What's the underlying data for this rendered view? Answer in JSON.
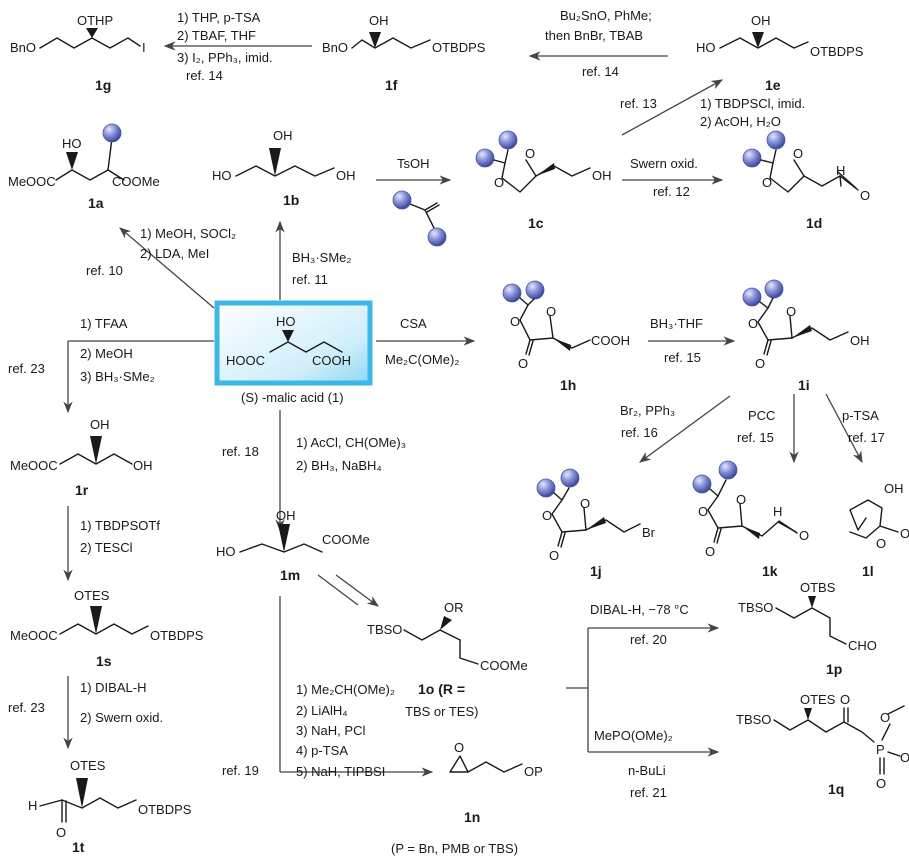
{
  "start": {
    "label": "(S) -malic acid (1)",
    "oh": "HO",
    "acid1": "HOOC",
    "acid2": "COOH",
    "box_color": "#3bb7e8"
  },
  "compounds": {
    "1a": {
      "label": "1a",
      "oh": "HO",
      "left": "MeOOC",
      "right": "COOMe"
    },
    "1b": {
      "label": "1b",
      "oh1": "OH",
      "ho": "HO",
      "oh2": "OH"
    },
    "1c": {
      "label": "1c",
      "o1": "O",
      "o2": "O",
      "oh": "OH"
    },
    "1d": {
      "label": "1d",
      "o1": "O",
      "o2": "O",
      "h": "H",
      "o3": "O"
    },
    "1e": {
      "label": "1e",
      "oh": "OH",
      "ho": "HO",
      "otbdps": "OTBDPS"
    },
    "1f": {
      "label": "1f",
      "oh": "OH",
      "bno": "BnO",
      "otbdps": "OTBDPS"
    },
    "1g": {
      "label": "1g",
      "othp": "OTHP",
      "bno": "BnO",
      "i": "I"
    },
    "1h": {
      "label": "1h",
      "o1": "O",
      "o2": "O",
      "o3": "O",
      "cooh": "COOH"
    },
    "1i": {
      "label": "1i",
      "o1": "O",
      "o2": "O",
      "o3": "O",
      "oh": "OH"
    },
    "1j": {
      "label": "1j",
      "o1": "O",
      "o2": "O",
      "o3": "O",
      "br": "Br"
    },
    "1k": {
      "label": "1k",
      "o1": "O",
      "o2": "O",
      "o3": "O",
      "h": "H",
      "o4": "O"
    },
    "1l": {
      "label": "1l",
      "oh": "OH",
      "o1": "O",
      "o2": "O"
    },
    "1m": {
      "label": "1m",
      "oh": "OH",
      "ho": "HO",
      "coome": "COOMe"
    },
    "1n": {
      "label": "1n",
      "o": "O",
      "op": "OP",
      "note": "(P = Bn, PMB or TBS)"
    },
    "1o": {
      "label": "1o (R =",
      "label2": "TBS or TES)",
      "tbso": "TBSO",
      "or": "OR",
      "coome": "COOMe"
    },
    "1p": {
      "label": "1p",
      "tbso": "TBSO",
      "otbs": "OTBS",
      "cho": "CHO"
    },
    "1q": {
      "label": "1q",
      "tbso": "TBSO",
      "otes": "OTES",
      "o": "O",
      "p": "P",
      "o2": "O",
      "o3": "O",
      "o4": "O"
    },
    "1r": {
      "label": "1r",
      "oh1": "OH",
      "left": "MeOOC",
      "oh2": "OH"
    },
    "1s": {
      "label": "1s",
      "otes": "OTES",
      "left": "MeOOC",
      "otbdps": "OTBDPS"
    },
    "1t": {
      "label": "1t",
      "otes": "OTES",
      "h": "H",
      "o": "O",
      "otbdps": "OTBDPS"
    }
  },
  "reactions": {
    "to1g": {
      "r1": "1) THP, p-TSA",
      "r2": "2) TBAF, THF",
      "r3": "3) I₂, PPh₃, imid.",
      "ref": "ref. 14"
    },
    "to1f": {
      "r1": "Bu₂SnO, PhMe;",
      "r2": "then BnBr, TBAB",
      "ref": "ref. 14"
    },
    "to1e": {
      "ref": "ref. 13",
      "r1": "1) TBDPSCl, imid.",
      "r2": "2) AcOH, H₂O"
    },
    "to1c": {
      "r1": "TsOH"
    },
    "to1d": {
      "r1": "Swern oxid.",
      "ref": "ref. 12"
    },
    "to1a": {
      "r1": "1) MeOH, SOCl₂",
      "r2": "2) LDA, MeI",
      "ref": "ref. 10"
    },
    "to1b": {
      "r1": "BH₃·SMe₂",
      "ref": "ref. 11"
    },
    "to1h": {
      "r1": "CSA",
      "r2": "Me₂C(OMe)₂"
    },
    "to1i": {
      "r1": "BH₃·THF",
      "ref": "ref. 15"
    },
    "to1j": {
      "r1": "Br₂, PPh₃",
      "ref": "ref. 16"
    },
    "to1k": {
      "r1": "PCC",
      "ref": "ref. 15"
    },
    "to1l": {
      "r1": "p-TSA",
      "ref": "ref. 17"
    },
    "to1r": {
      "r1": "1) TFAA",
      "r2": "2) MeOH",
      "r3": "3) BH₃·SMe₂",
      "ref": "ref. 23"
    },
    "to1m": {
      "ref": "ref. 18",
      "r1": "1) AcCl, CH(OMe)₃",
      "r2": "2) BH₃, NaBH₄"
    },
    "to1s": {
      "r1": "1) TBDPSOTf",
      "r2": "2) TESCl"
    },
    "to1t": {
      "ref": "ref. 23",
      "r1": "1) DIBAL-H",
      "r2": "2) Swern oxid."
    },
    "to1n": {
      "r1": "1) Me₂CH(OMe)₂",
      "r2": "2) LiAlH₄",
      "r3": "3) NaH, PCl",
      "r4": "4) p-TSA",
      "r5": "5) NaH, TIPBSI",
      "ref": "ref. 19"
    },
    "to1p": {
      "r1": "DIBAL-H, −78 °C",
      "ref": "ref. 20"
    },
    "to1q": {
      "r1": "MePO(OMe)₂",
      "r2": "n-BuLi",
      "ref": "ref. 21"
    }
  }
}
